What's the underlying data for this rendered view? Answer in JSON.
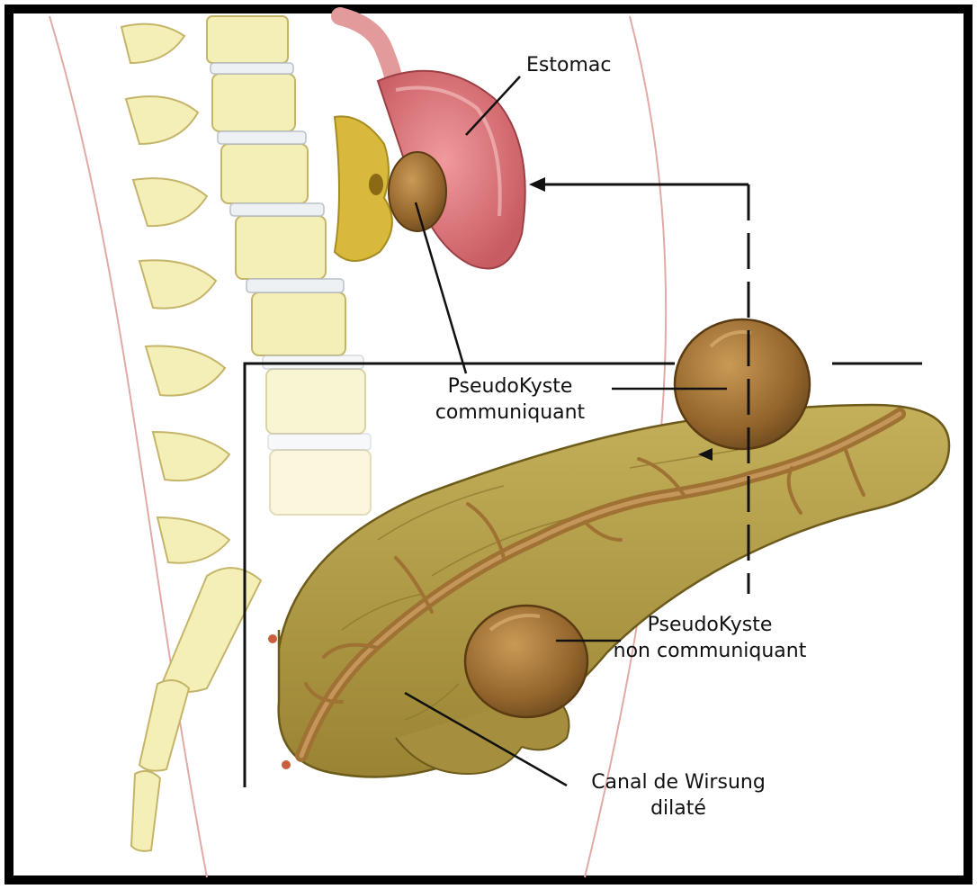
{
  "labels": {
    "stomach": "Estomac",
    "communicating_pseudocyst": [
      "PseudoKyste",
      "communiquant"
    ],
    "non_communicating_pseudocyst": [
      "PseudoKyste",
      "non communiquant"
    ],
    "wirsung_duct": [
      "Canal de Wirsung",
      "dilaté"
    ]
  },
  "colors": {
    "frame": "#000000",
    "skin_outline": "#d9a4a0",
    "bone_fill": "#f4efb6",
    "bone_stroke": "#c4b56a",
    "disc_fill": "#eef1f4",
    "stomach_fill": "#dd7f83",
    "stomach_inner": "#f6c7c5",
    "pancreas_fill": "#b5a04a",
    "pancreas_dark": "#7d6a2a",
    "duct_fill": "#a87a3a",
    "cyst_fill": "#9a6a30",
    "cyst_highlight": "#c99a55",
    "fat_fill": "#d8b93b",
    "leader_line": "#111111"
  }
}
